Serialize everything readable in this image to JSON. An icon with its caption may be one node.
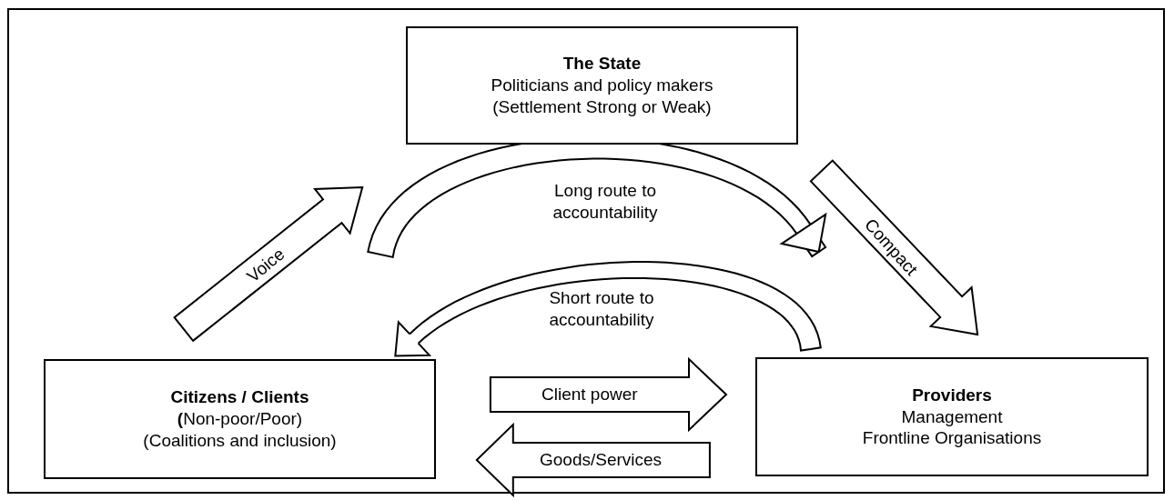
{
  "diagram": {
    "nodes": [
      {
        "text": [
          "The State",
          "Politicians and policy makers",
          "(Settlement Strong or Weak)"
        ]
      },
      {
        "text": [
          "Citizens / Clients",
          "**(**Non-poor/Poor)",
          "(Coalitions and inclusion)"
        ]
      },
      {
        "text": [
          "Providers",
          "Management",
          "Frontline Organisations"
        ]
      }
    ],
    "edges": [
      {
        "from": 1,
        "to": 0,
        "arrow": "to",
        "label": "Voice"
      },
      {
        "from": 0,
        "to": 2,
        "arrow": "to",
        "label": "Compact"
      },
      {
        "from": 2,
        "to": 1,
        "arrow": "to",
        "label": "Short route to accountability"
      },
      {
        "from": 1,
        "to": 2,
        "arrow": "to",
        "label": "Client power"
      },
      {
        "from": 2,
        "to": 1,
        "arrow": "to",
        "label": "Goods/Services"
      }
    ],
    "labels": [
      "Long route to accountability"
    ]
  }
}
